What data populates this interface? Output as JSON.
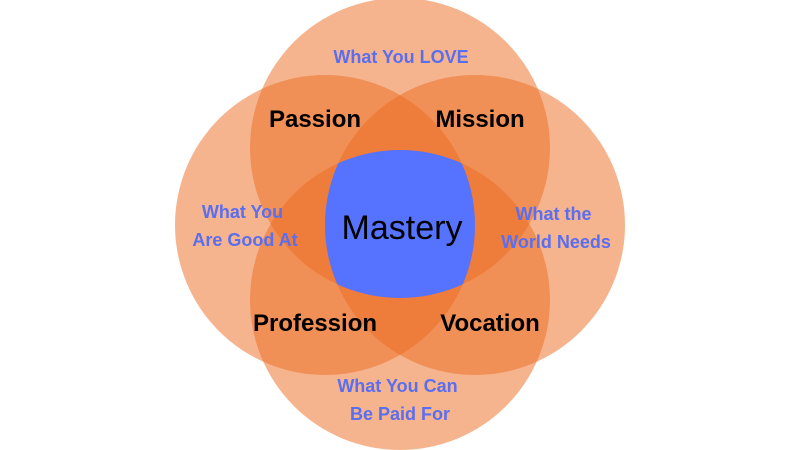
{
  "colors": {
    "circle": "#ec6a1e",
    "center": "#5573ff",
    "outer_text": "#5a6ef0",
    "overlap_text": "#000000",
    "center_text": "#000000",
    "background": "#ffffff"
  },
  "diagram": {
    "type": "four-circle venn",
    "circles": [
      {
        "label_lines": [
          "What You LOVE"
        ]
      },
      {
        "label_lines": [
          "What You",
          "Are Good At"
        ]
      },
      {
        "label_lines": [
          "What the",
          "World Needs"
        ]
      },
      {
        "label_lines": [
          "What You Can",
          "Be Paid For"
        ]
      }
    ],
    "overlaps": {
      "love_good": "Passion",
      "love_world": "Mission",
      "good_paid": "Profession",
      "world_paid": "Vocation"
    },
    "center": "Mastery"
  }
}
